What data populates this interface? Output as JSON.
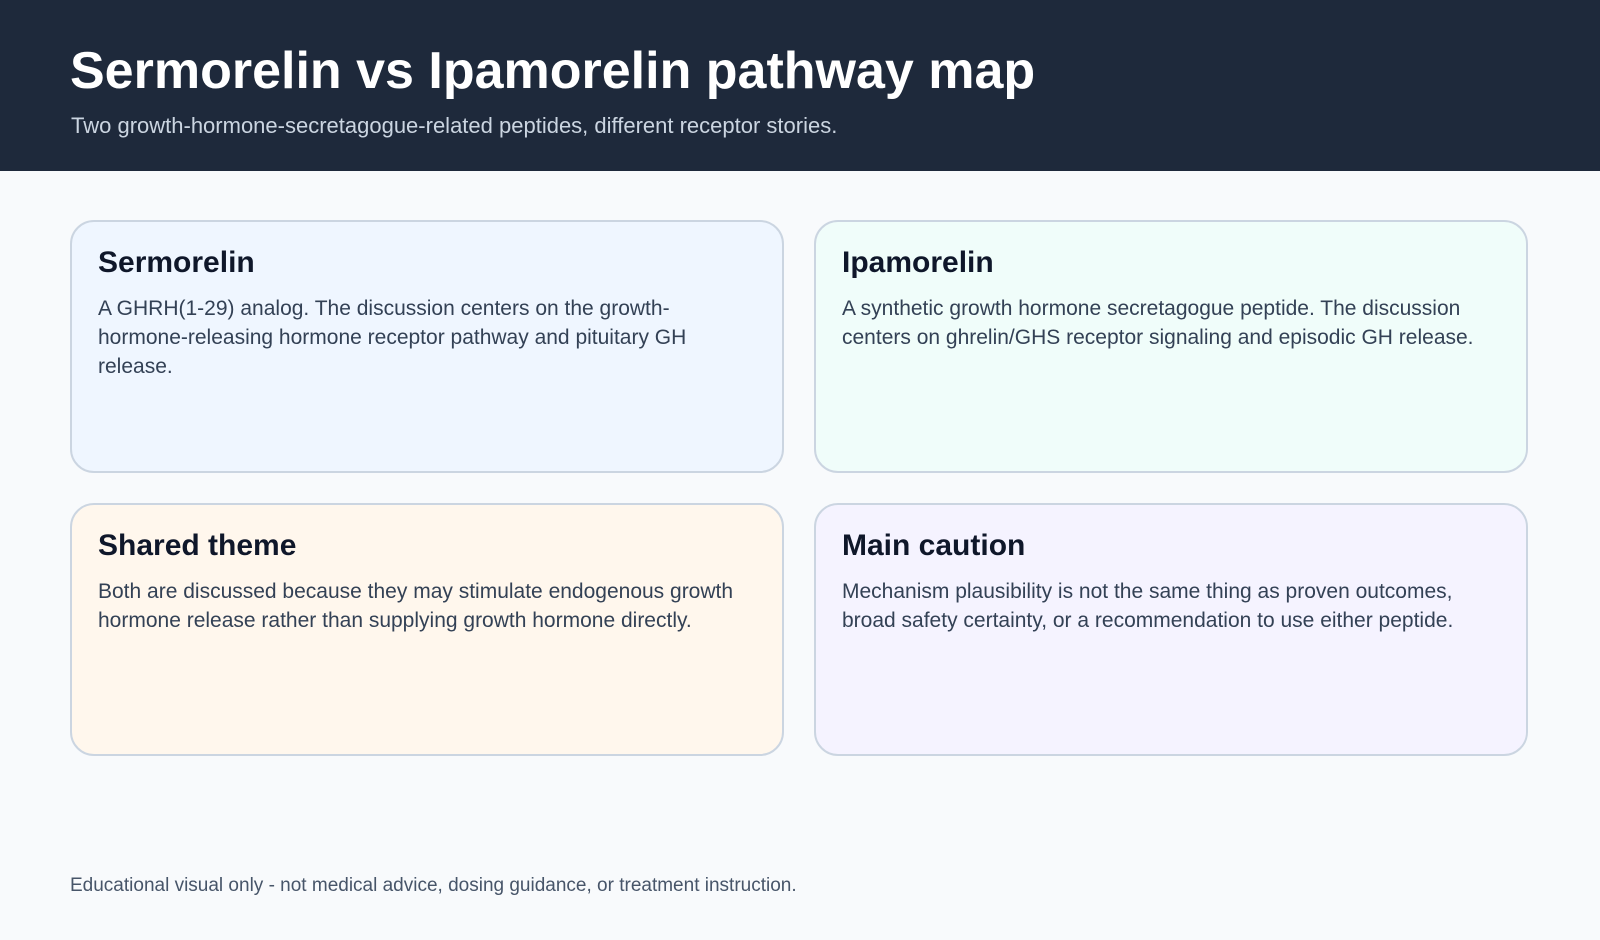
{
  "header": {
    "title": "Sermorelin vs Ipamorelin pathway map",
    "subtitle": "Two growth-hormone-secretagogue-related peptides, different receptor stories.",
    "background": "#1e293b"
  },
  "cards": [
    {
      "title": "Sermorelin",
      "body": "A GHRH(1-29) analog. The discussion centers on the growth-hormone-releasing hormone receptor pathway and pituitary GH release.",
      "background": "#eff6ff"
    },
    {
      "title": "Ipamorelin",
      "body": "A synthetic growth hormone secretagogue peptide. The discussion centers on ghrelin/GHS receptor signaling and episodic GH release.",
      "background": "#f0fdfa"
    },
    {
      "title": "Shared theme",
      "body": "Both are discussed because they may stimulate endogenous growth hormone release rather than supplying growth hormone directly.",
      "background": "#fff7ed"
    },
    {
      "title": "Main caution",
      "body": "Mechanism plausibility is not the same thing as proven outcomes, broad safety certainty, or a recommendation to use either peptide.",
      "background": "#f5f3ff"
    }
  ],
  "footer": {
    "note": "Educational visual only - not medical advice, dosing guidance, or treatment instruction."
  }
}
